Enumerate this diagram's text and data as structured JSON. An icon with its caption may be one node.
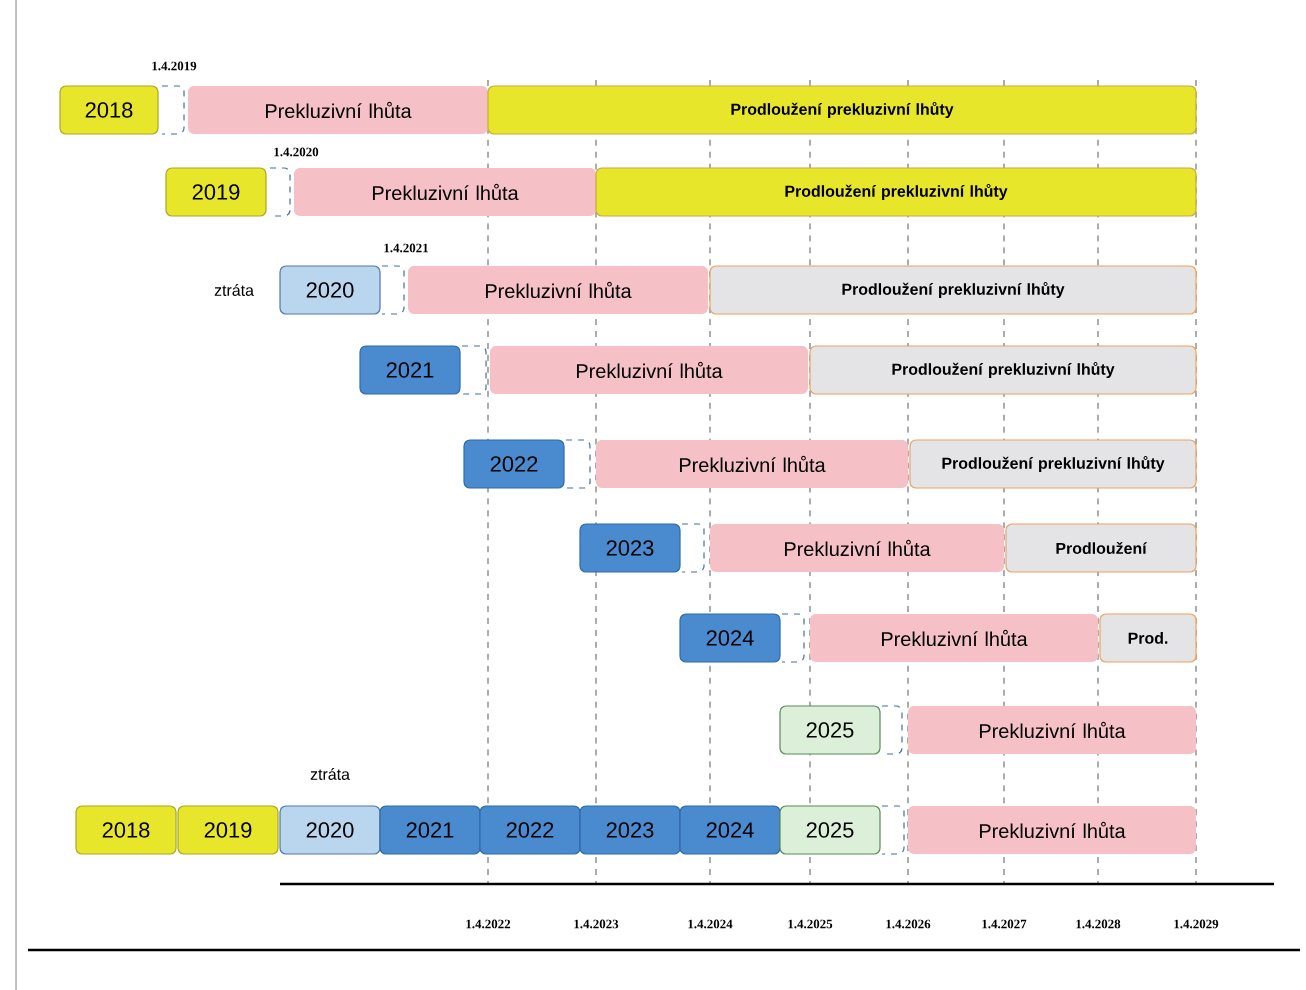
{
  "diagram": {
    "nodes": [
      {
        "text": [
          "2018"
        ]
      },
      {
        "text": [
          "Prekluzivní lhůta"
        ]
      },
      {
        "text": [
          "Prodloužení prekluzivní lhůty"
        ]
      },
      {
        "text": [
          "2019"
        ]
      },
      {
        "text": [
          "Prekluzivní lhůta"
        ]
      },
      {
        "text": [
          "Prodloužení prekluzivní lhůty"
        ]
      },
      {
        "text": [
          "2020"
        ]
      },
      {
        "text": [
          "Prekluzivní lhůta"
        ]
      },
      {
        "text": [
          "Prodloužení prekluzivní lhůty"
        ]
      },
      {
        "text": [
          "2021"
        ]
      },
      {
        "text": [
          "Prekluzivní lhůta"
        ]
      },
      {
        "text": [
          "Prodloužení prekluzivní lhůty"
        ]
      },
      {
        "text": [
          "2022"
        ]
      },
      {
        "text": [
          "Prekluzivní lhůta"
        ]
      },
      {
        "text": [
          "Prodloužení prekluzivní lhůty"
        ]
      },
      {
        "text": [
          "2023"
        ]
      },
      {
        "text": [
          "Prekluzivní lhůta"
        ]
      },
      {
        "text": [
          "Prodloužení"
        ]
      },
      {
        "text": [
          "2024"
        ]
      },
      {
        "text": [
          "Prekluzivní lhůta"
        ]
      },
      {
        "text": [
          "Prod."
        ]
      },
      {
        "text": [
          "2025"
        ]
      },
      {
        "text": [
          "Prekluzivní lhůta"
        ]
      },
      {
        "text": [
          "2018"
        ]
      },
      {
        "text": [
          "2019"
        ]
      },
      {
        "text": [
          "2020"
        ]
      },
      {
        "text": [
          "2021"
        ]
      },
      {
        "text": [
          "2022"
        ]
      },
      {
        "text": [
          "2023"
        ]
      },
      {
        "text": [
          "2024"
        ]
      },
      {
        "text": [
          "2025"
        ]
      },
      {
        "text": [
          "Prekluzivní lhůta"
        ]
      }
    ],
    "labels": [
      "1.4.2019",
      "1.4.2020",
      "1.4.2021",
      "ztráta",
      "ztráta",
      "1.4.2022",
      "1.4.2023",
      "1.4.2024",
      "1.4.2025",
      "1.4.2026",
      "1.4.2027",
      "1.4.2028",
      "1.4.2029"
    ]
  }
}
